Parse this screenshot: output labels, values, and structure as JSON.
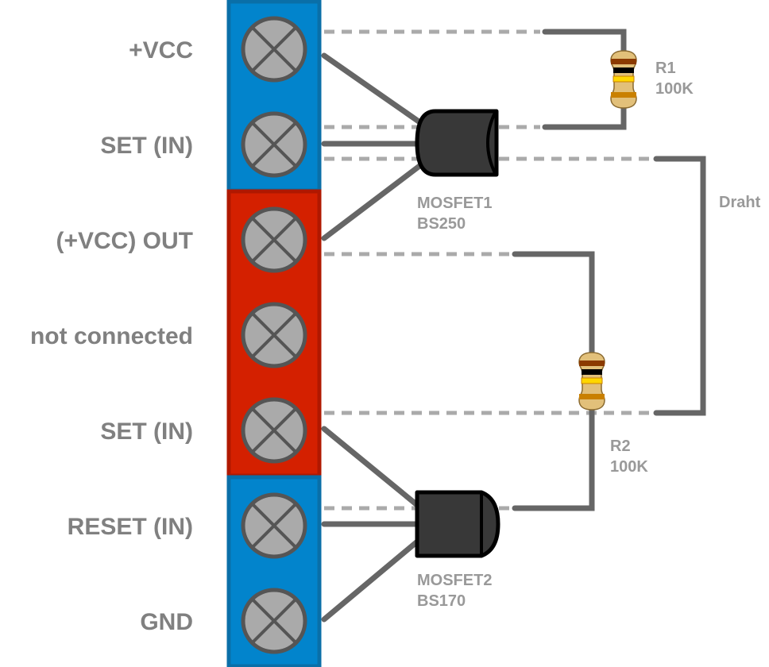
{
  "terminal_block": {
    "pins": [
      {
        "label": "+VCC",
        "section": "blue"
      },
      {
        "label": "SET (IN)",
        "section": "blue"
      },
      {
        "label": "(+VCC) OUT",
        "section": "red"
      },
      {
        "label": "not connected",
        "section": "red"
      },
      {
        "label": "SET (IN)",
        "section": "red"
      },
      {
        "label": "RESET (IN)",
        "section": "blue"
      },
      {
        "label": "GND",
        "section": "blue"
      }
    ],
    "colors": {
      "blue": "#0284cc",
      "blue_border": "#0a6fa8",
      "red": "#d42000",
      "red_border": "#b01800",
      "screw_fill": "#aaaaaa",
      "screw_stroke": "#555555"
    }
  },
  "components": {
    "mosfet1": {
      "name": "MOSFET1",
      "part": "BS250"
    },
    "mosfet2": {
      "name": "MOSFET2",
      "part": "BS170"
    },
    "r1": {
      "name": "R1",
      "value": "100K",
      "bands": [
        "#8b3a00",
        "#000000",
        "#ffd700",
        "#c98000"
      ]
    },
    "r2": {
      "name": "R2",
      "value": "100K",
      "bands": [
        "#8b3a00",
        "#000000",
        "#ffd700",
        "#c98000"
      ]
    },
    "wire_label": "Draht"
  },
  "colors": {
    "wire": "#666666",
    "dashed": "#aaaaaa",
    "transistor_body": "#383838",
    "resistor_body": "#e2c07a"
  }
}
